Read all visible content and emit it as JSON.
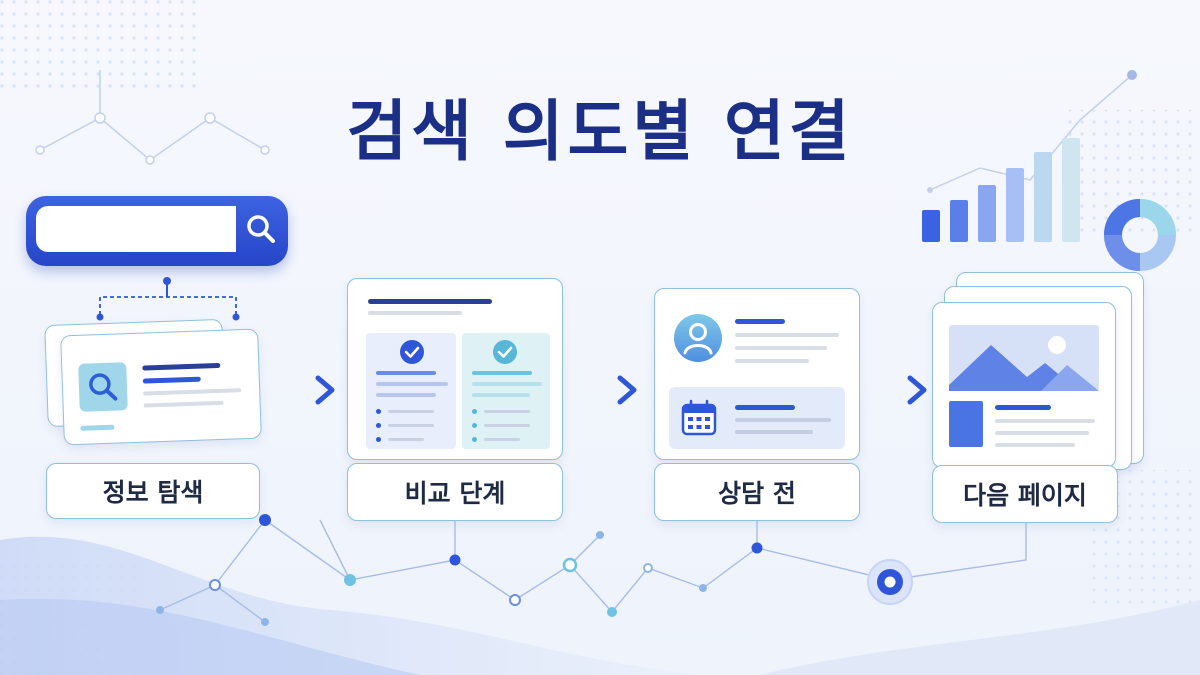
{
  "title": "검색 의도별 연결",
  "steps": [
    {
      "label": "정보 탐색",
      "icon": "magnifier-icon"
    },
    {
      "label": "비교 단계",
      "icon": "checkmark-icon"
    },
    {
      "label": "상담 전",
      "icon": "user-avatar-icon"
    },
    {
      "label": "다음 페이지",
      "icon": "image-landscape-icon"
    }
  ],
  "search": {
    "placeholder": ""
  },
  "colors": {
    "title": "#1c2f86",
    "accent": "#2f56d9",
    "teal": "#7cc4e0",
    "line": "#8fc0dc"
  }
}
